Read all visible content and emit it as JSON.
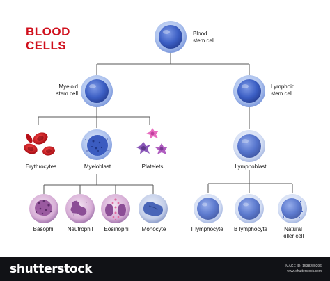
{
  "title": {
    "line1": "BLOOD",
    "line2": "CELLS"
  },
  "nodes": {
    "stem": {
      "line1": "Blood",
      "line2": "stem cell"
    },
    "myeloid": {
      "line1": "Myeloid",
      "line2": "stem cell"
    },
    "lymphoid": {
      "line1": "Lymphoid",
      "line2": "stem cell"
    },
    "erythrocytes": "Erythrocytes",
    "myeloblast": "Myeloblast",
    "platelets": "Platelets",
    "lymphoblast": "Lymphoblast",
    "basophil": "Basophil",
    "neutrophil": "Neutrophil",
    "eosinophil": "Eosinophil",
    "monocyte": "Monocyte",
    "t_lymphocyte": "T lymphocyte",
    "b_lymphocyte": "B lymphocyte",
    "nk": {
      "line1": "Natural",
      "line2": "killer cell"
    }
  },
  "footer": {
    "brand": "shutterstock",
    "image_id_label": "IMAGE ID: 1538280296",
    "site": "www.shutterstock.com"
  },
  "colors": {
    "title": "#d0101d",
    "connector": "#555555",
    "cell_blue": "#3f63c8",
    "erythrocyte": "#c4121a",
    "granulocyte": "#9a5aa0",
    "platelet_pink": "#e86cc0",
    "platelet_purple": "#8a58b8",
    "footer_bg": "#111216"
  }
}
